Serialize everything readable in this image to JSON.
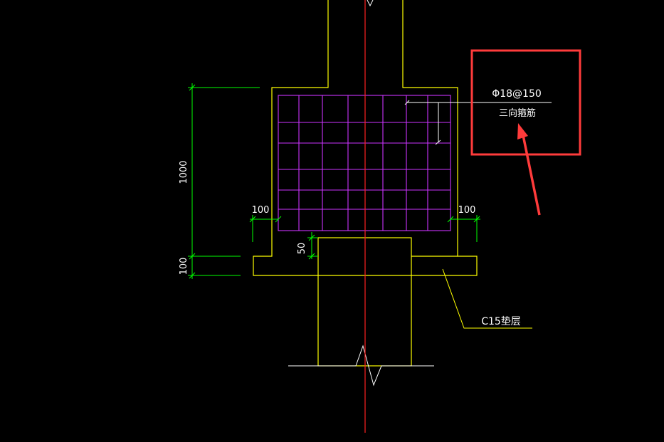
{
  "colors": {
    "background": "#000000",
    "structure": "#ffff00",
    "rebar_grid": "#cc33ff",
    "dimension": "#00ff00",
    "centerline": "#ff2020",
    "annotation_line": "#ffffff",
    "highlight": "#ff3b3b"
  },
  "dimensions": {
    "height_main": "1000",
    "height_pad": "100",
    "left_offset": "100",
    "right_offset": "100",
    "gap": "50"
  },
  "labels": {
    "rebar_spec": "Φ18@150",
    "rebar_desc": "三向箍筋",
    "cushion": "C15垫层"
  }
}
